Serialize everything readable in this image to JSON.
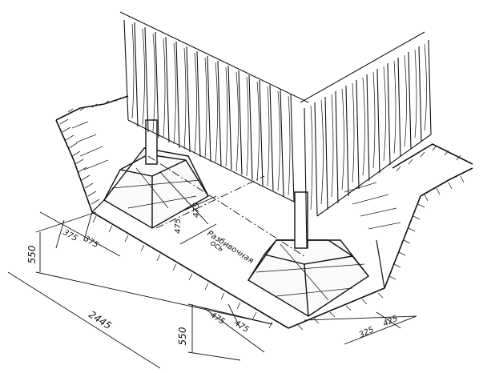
{
  "drawing": {
    "axis_label_line1": "Разбивочная",
    "axis_label_line2": "ось",
    "dimensions": {
      "left_height": "550",
      "left_offset_a": "375",
      "left_offset_b": "375",
      "total_length": "2445",
      "column_a_x": "475",
      "column_a_y": "475",
      "bottom_height": "550",
      "bottom_a": "475",
      "bottom_b": "475",
      "right_a": "325",
      "right_b": "425"
    }
  }
}
